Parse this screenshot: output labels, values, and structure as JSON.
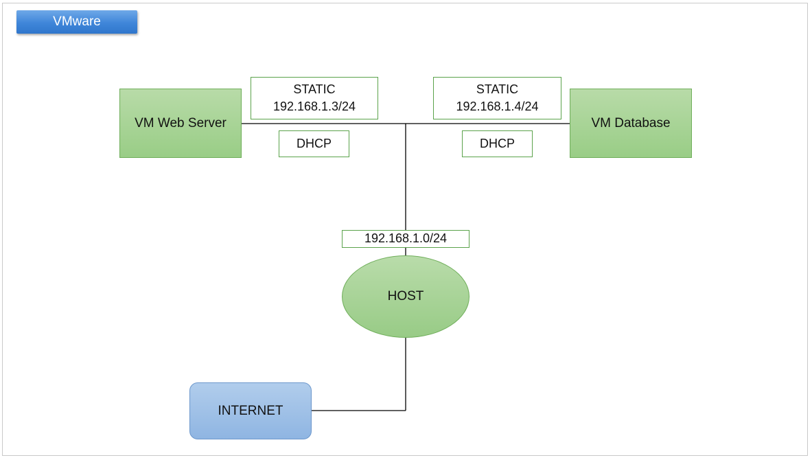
{
  "header": {
    "title": "VMware"
  },
  "nodes": {
    "web_server": "VM Web Server",
    "database": "VM Database",
    "host": "HOST",
    "internet": "INTERNET"
  },
  "labels": {
    "web_static_mode": "STATIC",
    "web_static_ip": "192.168.1.3/24",
    "web_dhcp": "DHCP",
    "db_static_mode": "STATIC",
    "db_static_ip": "192.168.1.4/24",
    "db_dhcp": "DHCP",
    "network": "192.168.1.0/24"
  },
  "colors": {
    "vm_fill": "#a9d497",
    "vm_border": "#6fae5a",
    "internet_fill": "#9fc0e7",
    "title_fill": "#4a8fdd",
    "connector": "#000000"
  }
}
